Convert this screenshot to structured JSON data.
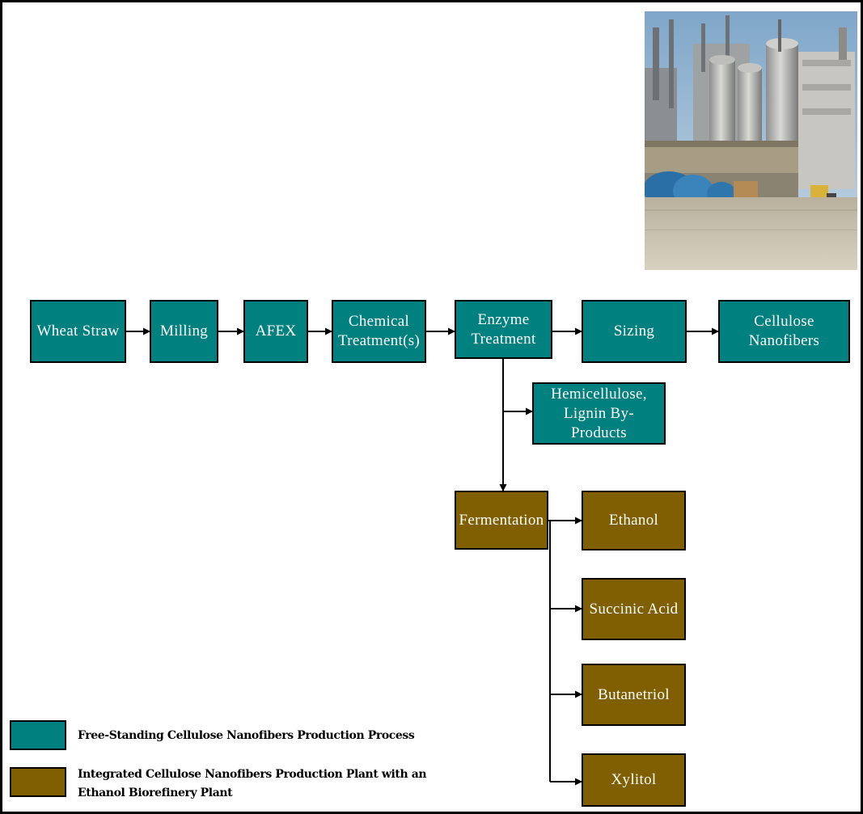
{
  "diagram": {
    "nodes": {
      "wheat_straw": "Wheat Straw",
      "milling": "Milling",
      "afex": "AFEX",
      "chemical_treatment": "Chemical\nTreatment(s)",
      "enzyme_treatment": "Enzyme\nTreatment",
      "sizing": "Sizing",
      "cellulose_nanofibers": "Cellulose Nanofibers",
      "hemicellulose": "Hemicellulose,\nLignin By-Products",
      "fermentation": "Fermentation",
      "ethanol": "Ethanol",
      "succinic_acid": "Succinic Acid",
      "butanetriol": "Butanetriol",
      "xylitol": "Xylitol"
    },
    "edges": [
      [
        "wheat_straw",
        "milling"
      ],
      [
        "milling",
        "afex"
      ],
      [
        "afex",
        "chemical_treatment"
      ],
      [
        "chemical_treatment",
        "enzyme_treatment"
      ],
      [
        "enzyme_treatment",
        "sizing"
      ],
      [
        "sizing",
        "cellulose_nanofibers"
      ],
      [
        "enzyme_treatment",
        "hemicellulose"
      ],
      [
        "enzyme_treatment",
        "fermentation"
      ],
      [
        "fermentation",
        "ethanol"
      ],
      [
        "fermentation",
        "succinic_acid"
      ],
      [
        "fermentation",
        "butanetriol"
      ],
      [
        "fermentation",
        "xylitol"
      ]
    ]
  },
  "legend": {
    "free_standing": "Free-Standing Cellulose Nanofibers Production Process",
    "integrated": "Integrated Cellulose Nanofibers Production Plant with an\nEthanol Biorefinery Plant"
  },
  "colors": {
    "free_standing": "#00807f",
    "integrated": "#7f5f00"
  },
  "photo": {
    "subject": "biorefinery plant photo with silos and tanks"
  }
}
